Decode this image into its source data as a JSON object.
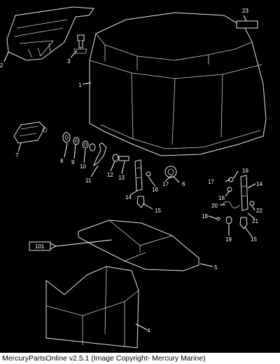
{
  "callouts": {
    "c1": "1",
    "c2": "2",
    "c3": "3",
    "c4": "4",
    "c5": "5",
    "c6": "6",
    "c7": "7",
    "c8": "8",
    "c9": "9",
    "c10": "10",
    "c11": "11",
    "c12": "12",
    "c13": "13",
    "c14a": "14",
    "c14b": "14",
    "c15a": "15",
    "c15b": "15",
    "c16a": "16",
    "c16b": "16",
    "c16c": "16",
    "c17a": "17",
    "c17b": "17",
    "c18": "18",
    "c19": "19",
    "c20": "20",
    "c21": "21",
    "c22": "22",
    "c23": "23"
  },
  "tube_label": "101",
  "footer": "MercuryPartsOnline v2.5.1 (Image Copyright- Mercury Marine)"
}
